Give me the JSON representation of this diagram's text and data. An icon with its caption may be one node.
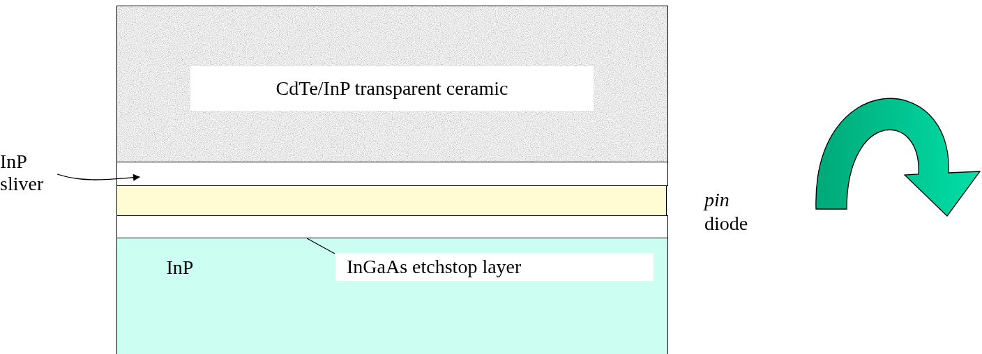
{
  "diagram": {
    "nodes": [
      {
        "text": [
          "CdTe/InP transparent ceramic"
        ]
      },
      {
        "text": [
          "InP sliver"
        ]
      },
      {
        "text": [],
        "shape": "box"
      },
      {
        "text": [],
        "shape": "box",
        "beside": [
          "*pin* diode"
        ]
      },
      {
        "text": [],
        "shape": "box"
      },
      {
        "text": [
          "InP"
        ]
      },
      {
        "text": [
          "InGaAs etchstop layer"
        ],
        "in": 5
      }
    ],
    "edges": [
      {
        "from": 1,
        "to": 2,
        "arrow": "to"
      },
      {
        "from": 6,
        "to": 4,
        "arrow": "none"
      }
    ]
  }
}
